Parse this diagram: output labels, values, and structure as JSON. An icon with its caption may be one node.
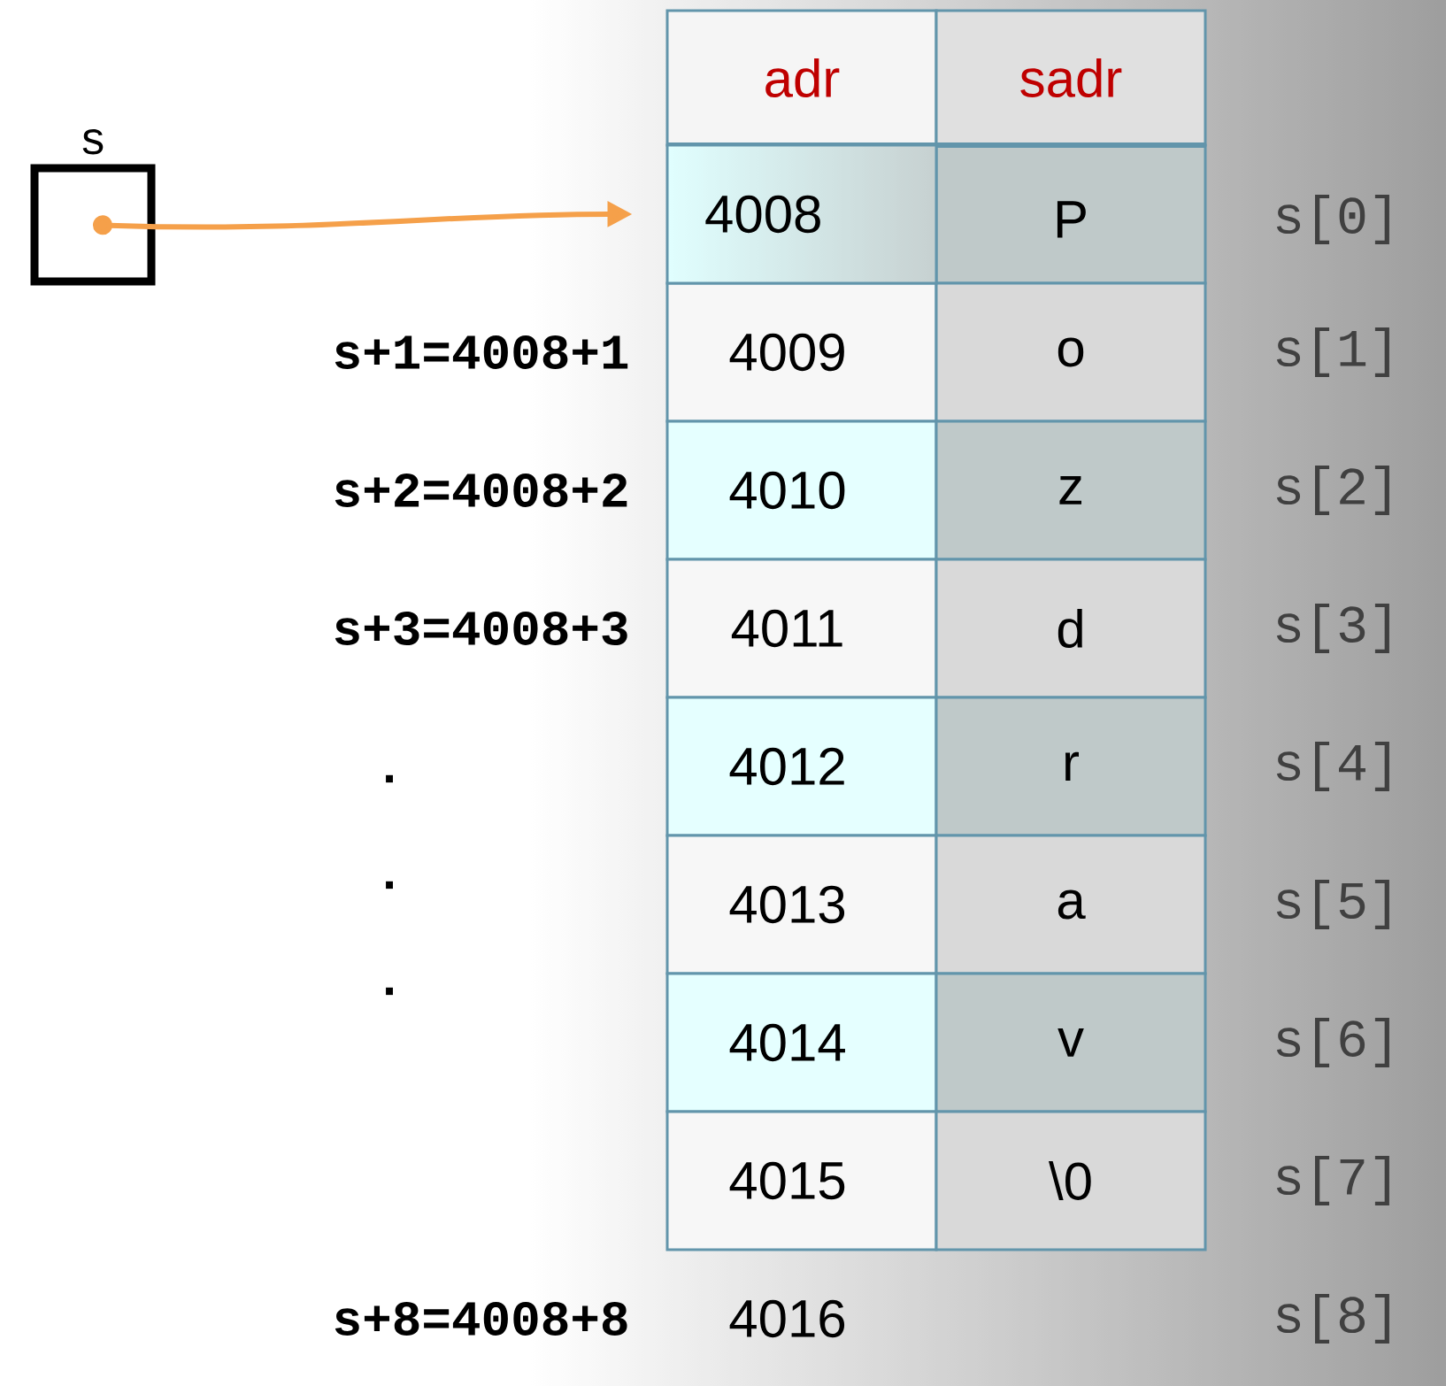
{
  "diagram": {
    "nodes": [
      {
        "text": [
          "s"
        ]
      },
      {
        "text": [
          "4008"
        ]
      }
    ],
    "edges": [
      {
        "from": 0,
        "to": 1,
        "arrow": "to",
        "color": "#f5a04a"
      }
    ],
    "labels": [
      "adr",
      "sadr",
      "P",
      "s[0]",
      "s+1=4008+1",
      "4009",
      "o",
      "s[1]",
      "s+2=4008+2",
      "4010",
      "z",
      "s[2]",
      "s+3=4008+3",
      "4011",
      "d",
      "s[3]",
      ".",
      "4012",
      "r",
      "s[4]",
      ".",
      "4013",
      "a",
      "s[5]",
      ".",
      "4014",
      "v",
      "s[6]",
      "4015",
      "\\0",
      "s[7]",
      "s+8=4008+8",
      "4016",
      "s[8]"
    ]
  }
}
